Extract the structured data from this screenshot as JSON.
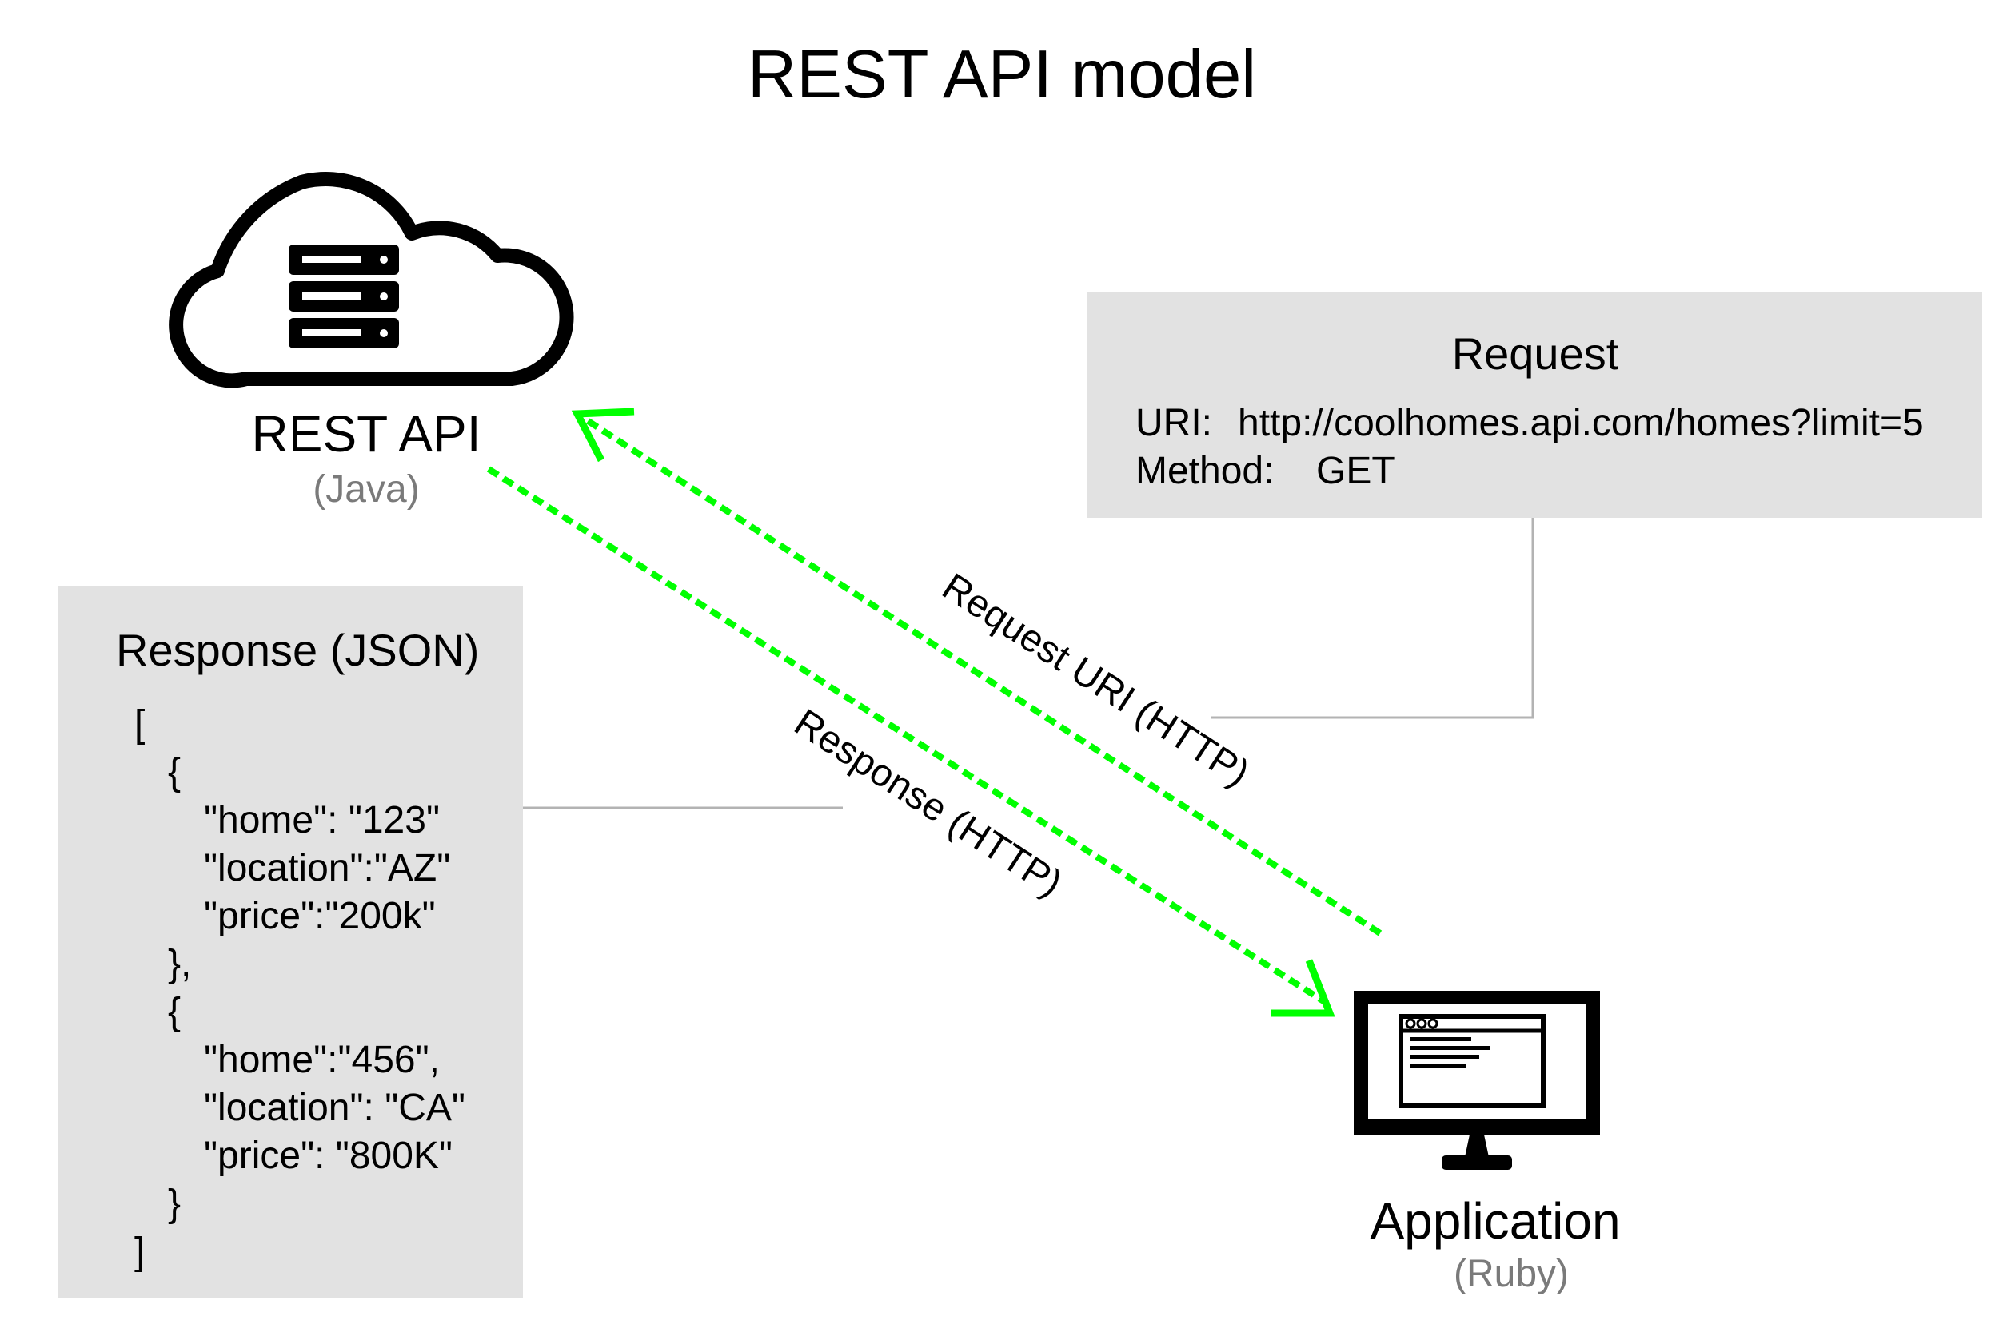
{
  "title": "REST API model",
  "nodes": {
    "api": {
      "label": "REST API",
      "sublabel": "(Java)",
      "icon": "cloud-server-icon"
    },
    "app": {
      "label": "Application",
      "sublabel": "(Ruby)",
      "icon": "monitor-app-window-icon"
    }
  },
  "request_box": {
    "title": "Request",
    "uri_label": "URI:",
    "uri_value": "http://coolhomes.api.com/homes?limit=5",
    "method_label": "Method:",
    "method_value": "GET"
  },
  "response_box": {
    "title": "Response (JSON)",
    "lines": [
      "[",
      "{",
      "\"home\": \"123\"",
      "\"location\":\"AZ\"",
      "\"price\":\"200k\"",
      "},",
      "{",
      "\"home\":\"456\",",
      "\"location\": \"CA\"",
      "\"price\": \"800K\"",
      "}",
      "]"
    ]
  },
  "arrows": {
    "request_label": "Request URI (HTTP)",
    "response_label": "Response (HTTP)"
  },
  "colors": {
    "arrow": "#00ff00",
    "box_fill": "#e2e2e2",
    "connector": "#b3b3b3",
    "sublabel": "#7a7a7a"
  }
}
